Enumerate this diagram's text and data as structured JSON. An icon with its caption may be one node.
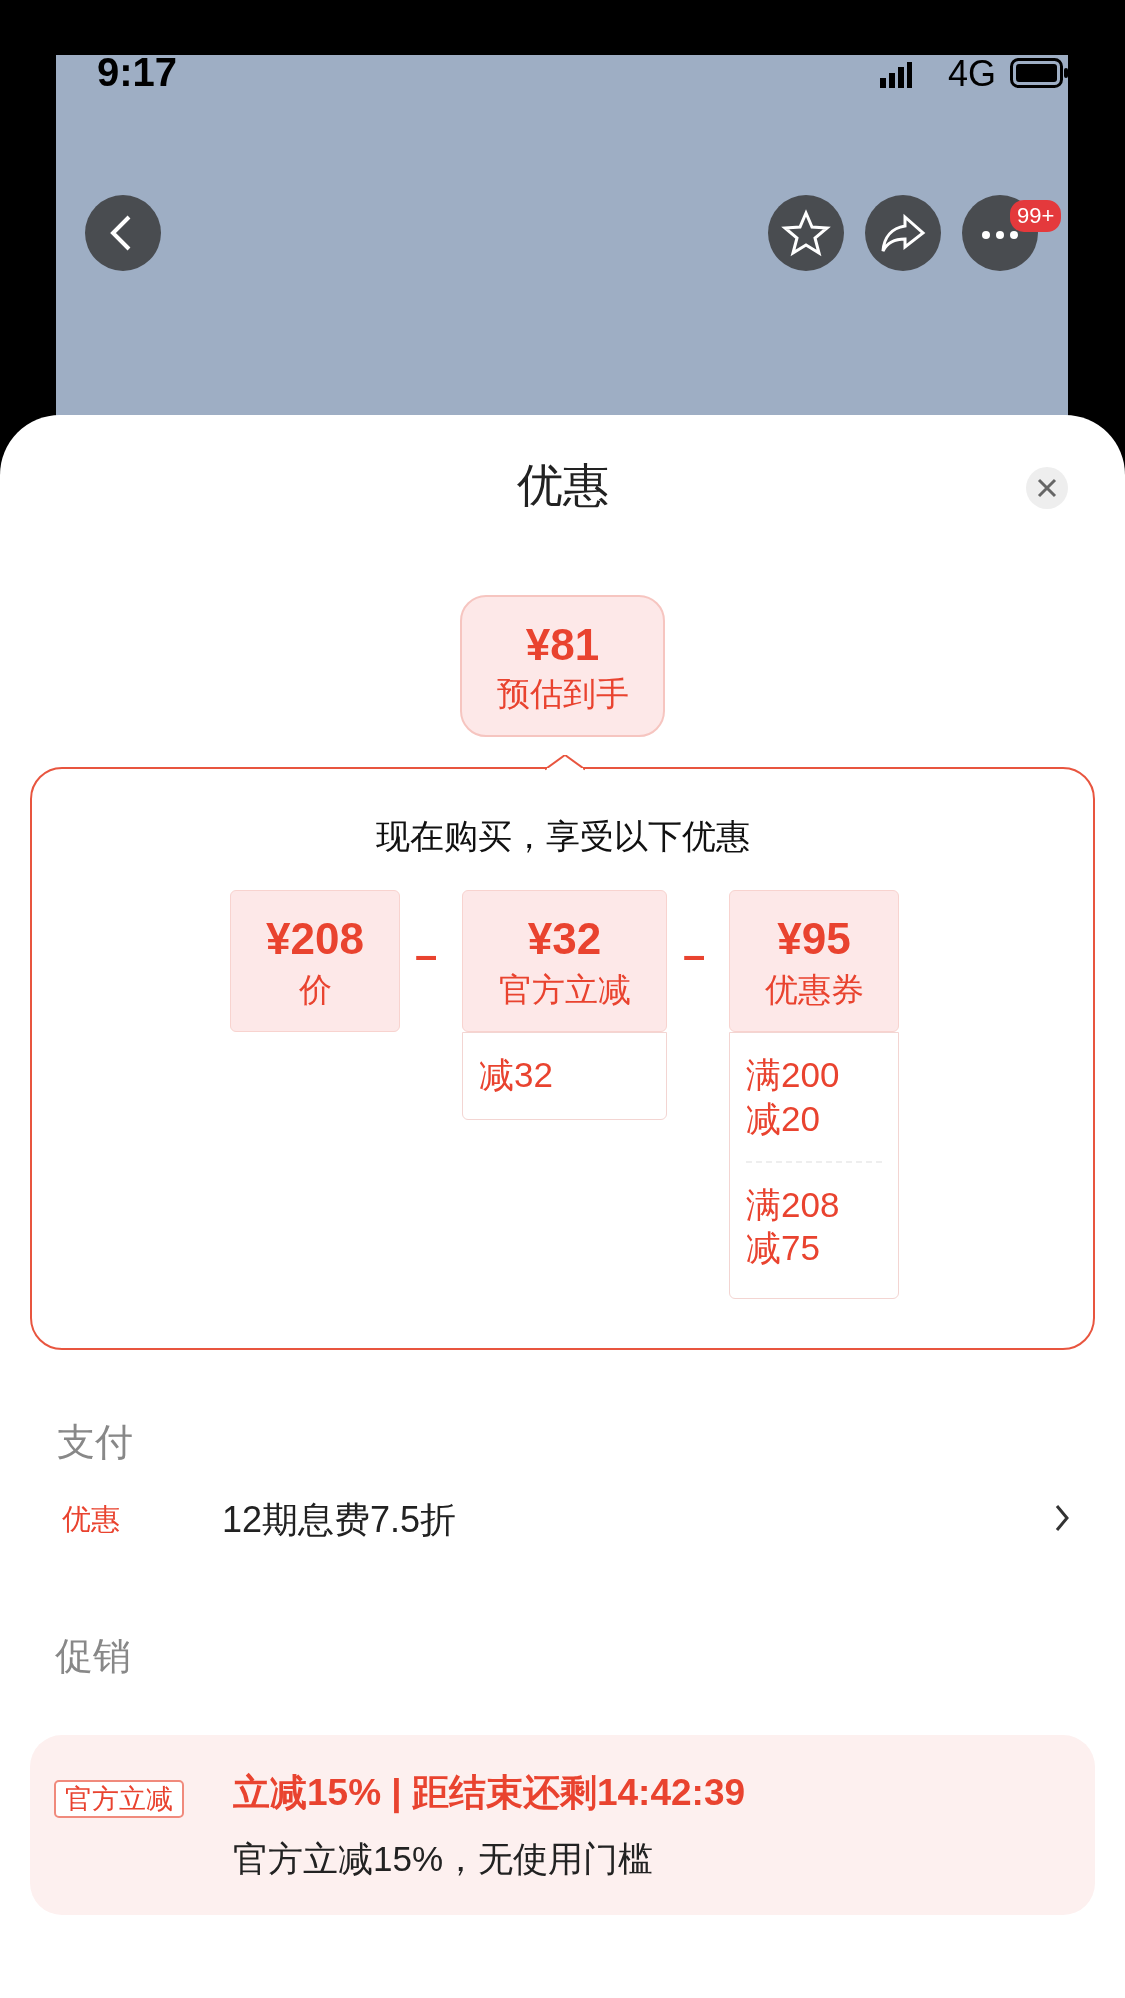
{
  "diagram": {
    "title": "优惠",
    "nodes": [
      {
        "text": [
          "¥81",
          "预估到手"
        ]
      },
      {
        "text": [
          "现在购买，享受以下优惠"
        ]
      },
      {
        "text": [
          "¥208",
          "价"
        ],
        "in": 1
      },
      {
        "text": [
          "¥32",
          "官方立减"
        ],
        "in": 1
      },
      {
        "text": [
          "减32"
        ],
        "in": 1
      },
      {
        "text": [
          "¥95",
          "优惠券"
        ],
        "in": 1
      },
      {
        "text": [
          "满200 减20",
          "满208 减75"
        ],
        "in": 1
      },
      {
        "text": [
          "立减15% | 距结束还剩14:42:39",
          "官方立减15%，无使用门槛"
        ]
      },
      {
        "text": [
          "官方立减"
        ],
        "in": 7
      }
    ],
    "edges": [],
    "labels": [
      "9:17",
      "4G",
      "99+",
      "–",
      "–",
      "支付",
      "优惠",
      "12期息费7.5折",
      "促销"
    ]
  }
}
